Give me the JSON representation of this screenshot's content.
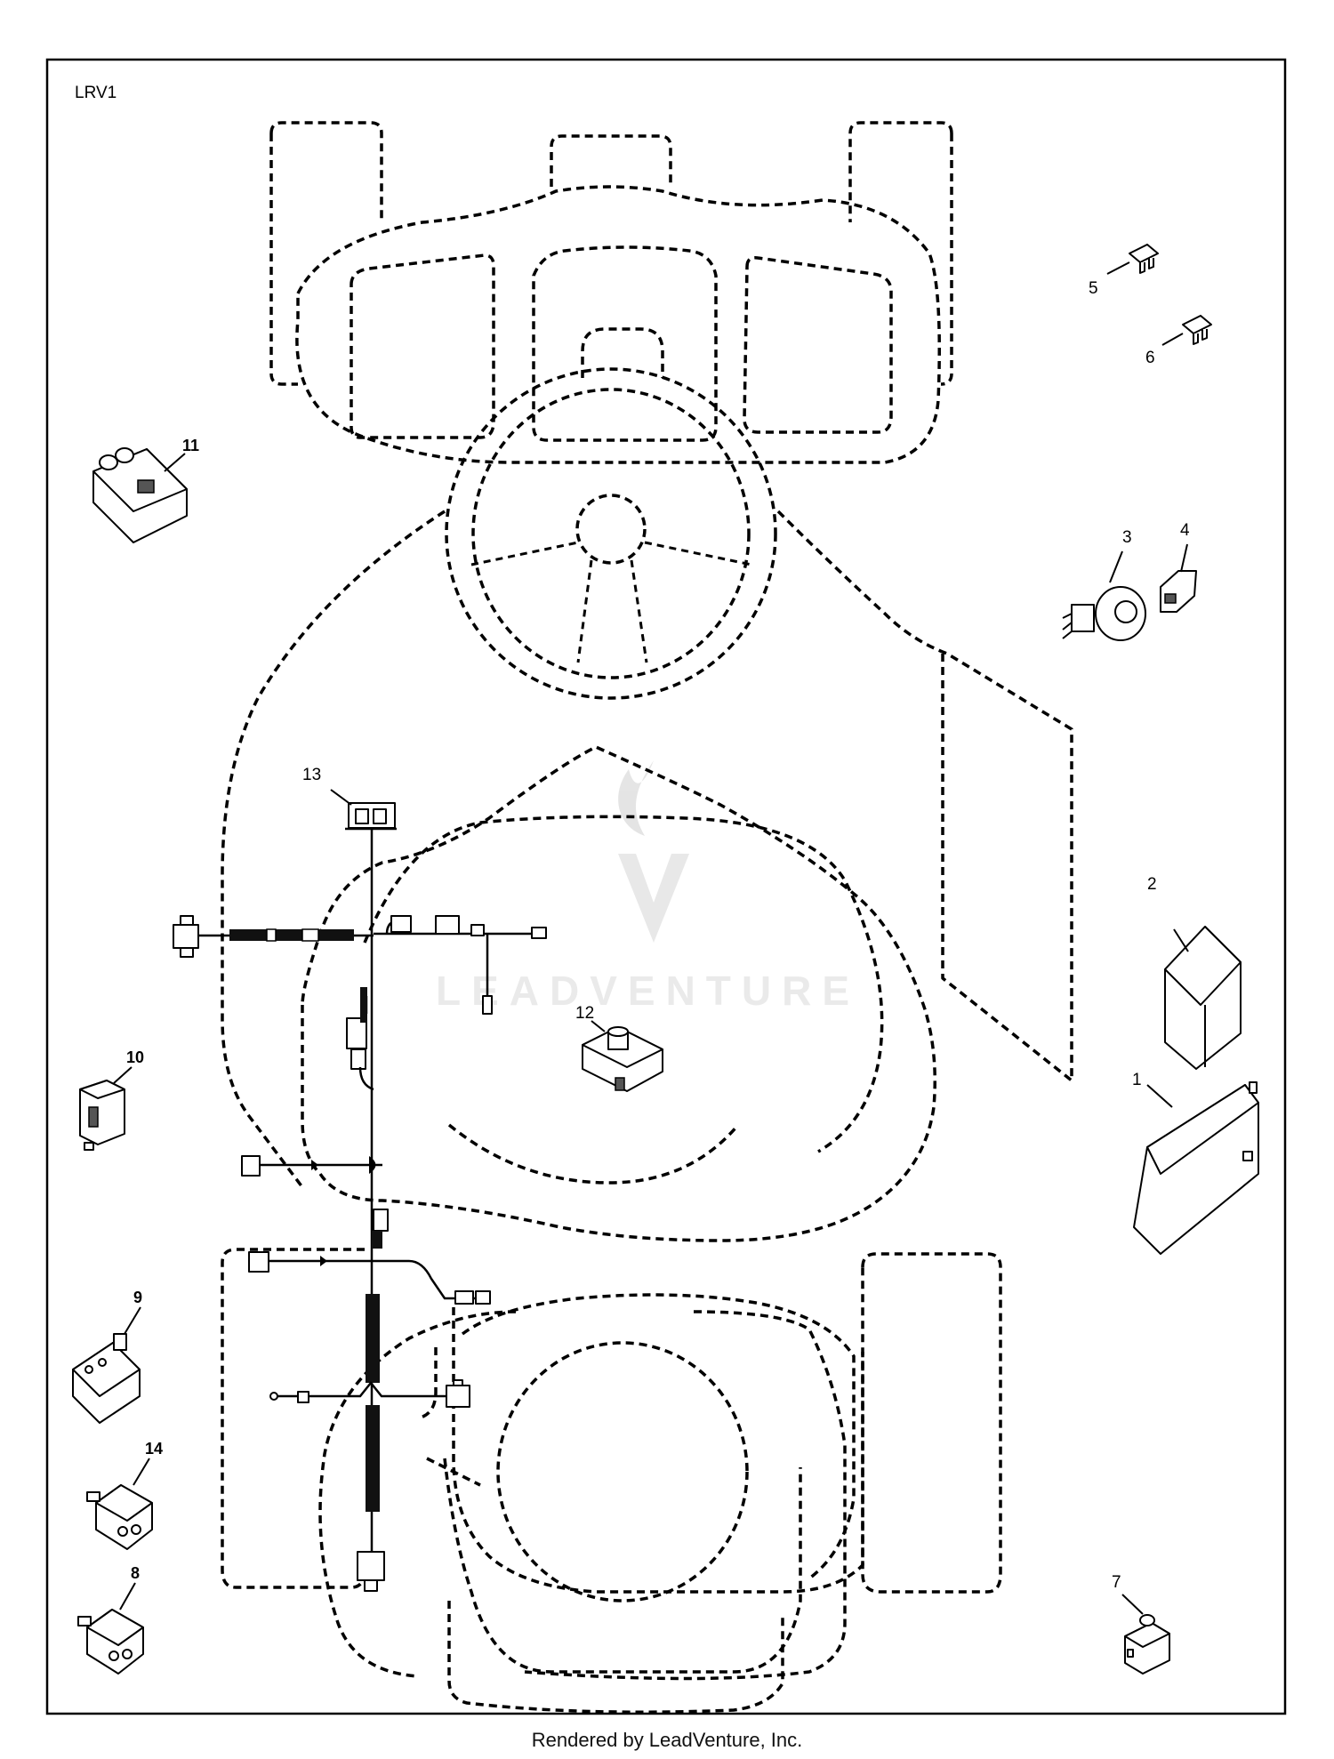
{
  "diagram": {
    "corner_label": "LRV1",
    "watermark": "LEADVENTURE",
    "footer": "Rendered by LeadVenture, Inc.",
    "callouts": [
      "1",
      "2",
      "3",
      "4",
      "5",
      "6",
      "7",
      "8",
      "9",
      "10",
      "11",
      "12",
      "13",
      "14"
    ]
  }
}
